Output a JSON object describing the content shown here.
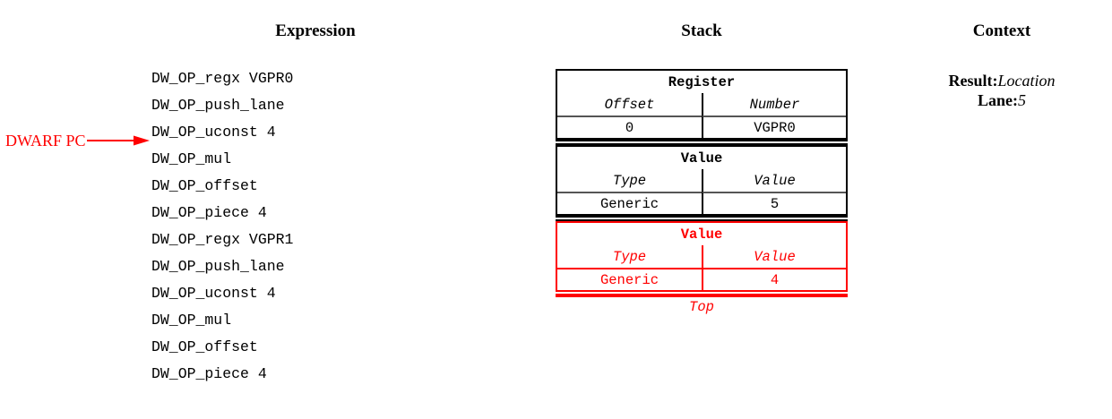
{
  "headers": {
    "expression": "Expression",
    "stack": "Stack",
    "context": "Context"
  },
  "expression": {
    "lines": [
      "DW_OP_regx VGPR0",
      "DW_OP_push_lane",
      "DW_OP_uconst 4",
      "DW_OP_mul",
      "DW_OP_offset",
      "DW_OP_piece 4",
      "DW_OP_regx VGPR1",
      "DW_OP_push_lane",
      "DW_OP_uconst 4",
      "DW_OP_mul",
      "DW_OP_offset",
      "DW_OP_piece 4"
    ]
  },
  "pc_marker": {
    "label": "DWARF PC",
    "color": "#ff0000",
    "points_to_line_index": 3
  },
  "stack": {
    "entries": [
      {
        "title": "Register",
        "col_headers": [
          "Offset",
          "Number"
        ],
        "values": [
          "0",
          "VGPR0"
        ],
        "highlight": false
      },
      {
        "title": "Value",
        "col_headers": [
          "Type",
          "Value"
        ],
        "values": [
          "Generic",
          "5"
        ],
        "highlight": false
      },
      {
        "title": "Value",
        "col_headers": [
          "Type",
          "Value"
        ],
        "values": [
          "Generic",
          "4"
        ],
        "highlight": true
      }
    ],
    "top_label": "Top",
    "highlight_color": "#ff0000"
  },
  "context": {
    "rows": [
      {
        "key": "Result:",
        "value": "Location"
      },
      {
        "key": "Lane:",
        "value": "5"
      }
    ]
  }
}
